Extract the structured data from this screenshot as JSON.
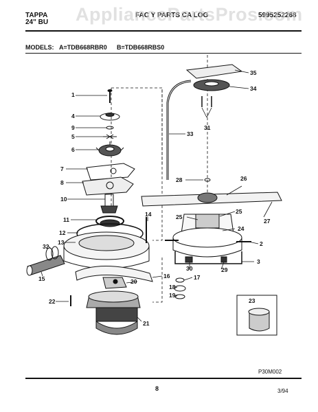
{
  "header": {
    "brand_line": "TAPPA",
    "subtitle_line": "24\" BU",
    "catalog_title": "FAC  Y PARTS CA  LOG",
    "part_number": "5995252268",
    "watermark": "AppliancePartsPros.com"
  },
  "models": {
    "label": "MODELS:",
    "a": "A=TDB668RBR0",
    "b": "B=TDB668RBS0"
  },
  "callouts": [
    "1",
    "4",
    "9",
    "5",
    "6",
    "7",
    "8",
    "10",
    "11",
    "12",
    "13",
    "32",
    "15",
    "14",
    "22",
    "35",
    "34",
    "31",
    "33",
    "28",
    "26",
    "25",
    "24",
    "27",
    "2",
    "3",
    "30",
    "29",
    "17",
    "18",
    "19",
    "16",
    "20",
    "21",
    "23"
  ],
  "footer": {
    "drawing_code": "P30M002",
    "page_number": "8",
    "date": "3/94"
  }
}
